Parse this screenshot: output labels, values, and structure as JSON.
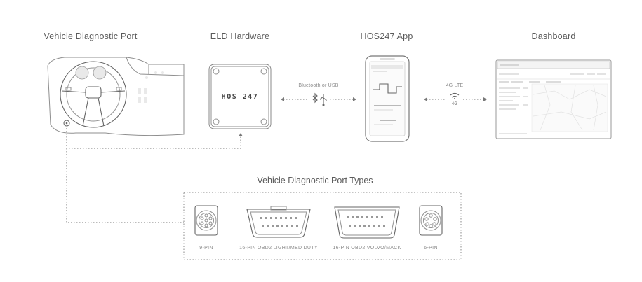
{
  "titles": {
    "vehicle_port": "Vehicle Diagnostic Port",
    "eld_hardware": "ELD Hardware",
    "app": "HOS247 App",
    "dashboard": "Dashboard"
  },
  "connections": {
    "hardware_to_app": "Bluetooth or USB",
    "app_to_dashboard": "4G LTE",
    "lte_badge": "4G"
  },
  "device": {
    "brand_text": "HOS 247"
  },
  "port_types": {
    "title": "Vehicle Diagnostic Port Types",
    "items": [
      {
        "label": "9-PIN"
      },
      {
        "label": "16-PIN OBD2 LIGHT/MED DUTY"
      },
      {
        "label": "16-PIN OBD2 VOLVO/MACK"
      },
      {
        "label": "6-PIN"
      }
    ]
  },
  "colors": {
    "stroke": "#8f8f8f",
    "text": "#5a5a5a",
    "background": "#ffffff"
  }
}
